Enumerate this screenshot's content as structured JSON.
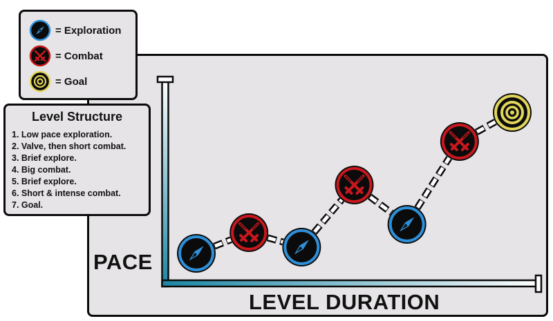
{
  "legend": {
    "items": [
      {
        "icon": "compass-icon",
        "label": "= Exploration",
        "color": "#2f8fd8"
      },
      {
        "icon": "crossed-swords-icon",
        "label": "= Combat",
        "color": "#c8181e"
      },
      {
        "icon": "target-icon",
        "label": "= Goal",
        "color": "#e2d65a"
      }
    ]
  },
  "structure": {
    "title": "Level Structure",
    "steps": [
      "1. Low pace exploration.",
      "2. Valve, then short combat.",
      "3. Brief explore.",
      "4. Big combat.",
      "5. Brief explore.",
      "6. Short & intense combat.",
      "7. Goal."
    ]
  },
  "axes": {
    "y_label": "PACE",
    "x_label": "LEVEL DURATION",
    "gradient_colors": [
      "#ffffff",
      "#1a86a4"
    ]
  },
  "pacing": {
    "nodes": [
      {
        "step": 1,
        "type": "exploration",
        "pace": 0.12
      },
      {
        "step": 2,
        "type": "combat",
        "pace": 0.22
      },
      {
        "step": 3,
        "type": "exploration",
        "pace": 0.15
      },
      {
        "step": 4,
        "type": "combat",
        "pace": 0.45
      },
      {
        "step": 5,
        "type": "exploration",
        "pace": 0.26
      },
      {
        "step": 6,
        "type": "combat",
        "pace": 0.66
      },
      {
        "step": 7,
        "type": "goal",
        "pace": 0.8
      }
    ]
  },
  "colors": {
    "exploration": "#2f8fd8",
    "combat": "#c8181e",
    "goal": "#e2d65a",
    "panel": "#e6e4e6"
  }
}
